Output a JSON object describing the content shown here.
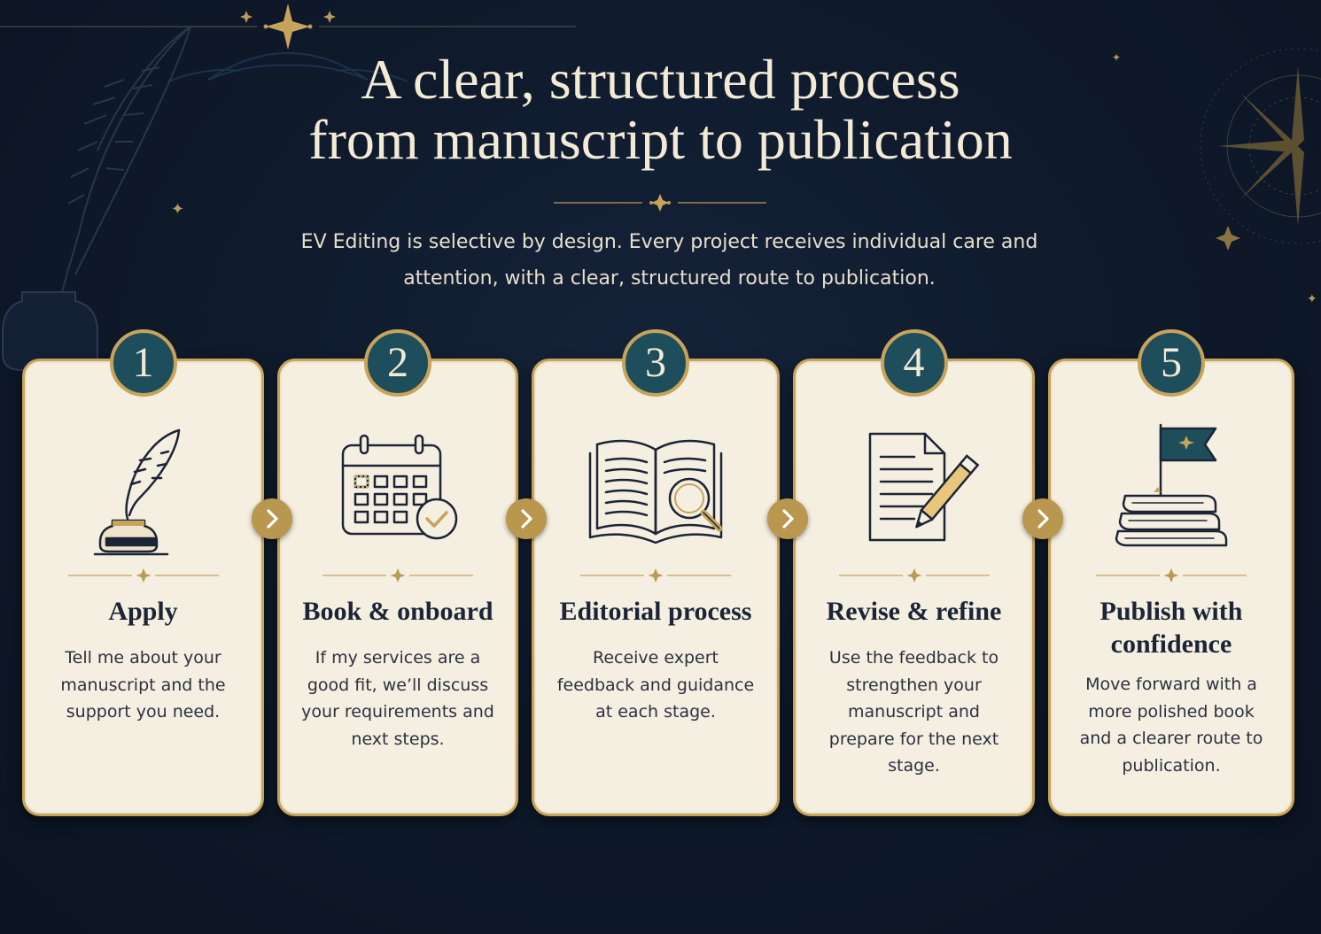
{
  "page": {
    "title_line1": "A clear, structured process",
    "title_line2": "from manuscript to publication",
    "subtitle_line1": "EV Editing is selective by design. Every project receives individual care and",
    "subtitle_line2": "attention, with a clear, structured route to publication."
  },
  "colors": {
    "background": "#0f1a2c",
    "card": "#f5efe1",
    "gold": "#c8a45a",
    "badge": "#1e4e5c",
    "text_dark": "#1b2536"
  },
  "steps": [
    {
      "number": "1",
      "title": "Apply",
      "description": "Tell me about your manuscript and the support you need.",
      "icon": "quill-inkwell-icon"
    },
    {
      "number": "2",
      "title": "Book & onboard",
      "description": "If my services are a good fit, we’ll discuss your requirements and next steps.",
      "icon": "calendar-check-icon"
    },
    {
      "number": "3",
      "title": "Editorial process",
      "description": "Receive expert feedback and guidance at each stage.",
      "icon": "open-book-magnifier-icon"
    },
    {
      "number": "4",
      "title": "Revise & refine",
      "description": "Use the feedback to strengthen your manuscript and prepare for the next stage.",
      "icon": "document-pencil-icon"
    },
    {
      "number": "5",
      "title": "Publish with confidence",
      "description": "Move forward with a more polished book and a clearer route to publication.",
      "icon": "books-flag-icon"
    }
  ],
  "connectors": [
    "chevron-right-icon",
    "chevron-right-icon",
    "chevron-right-icon",
    "chevron-right-icon"
  ]
}
